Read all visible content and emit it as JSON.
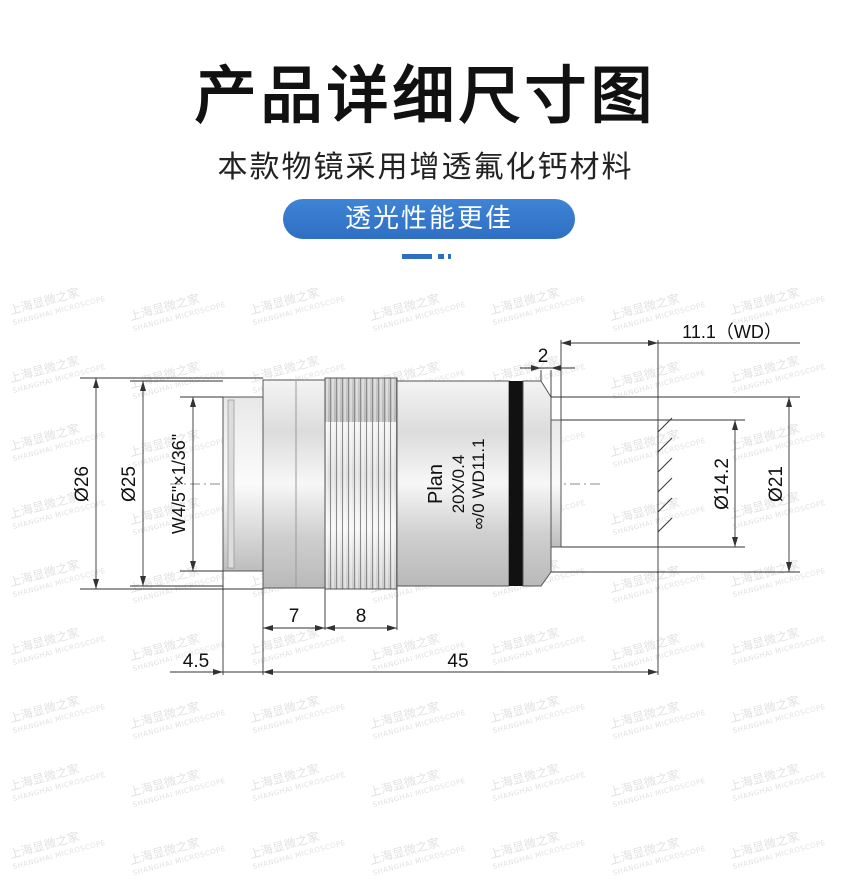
{
  "header": {
    "title": "产品详细尺寸图",
    "subtitle": "本款物镜采用增透氟化钙材料",
    "badge": "透光性能更佳"
  },
  "watermark": {
    "text": "上海显微之家",
    "subtext": "SHANGHAI MICROSCOPE"
  },
  "objective": {
    "engraving": [
      "Plan",
      "20X/0.4",
      "∞/0 WD11.1"
    ]
  },
  "dimensions": {
    "d26": "Ø26",
    "d25": "Ø25",
    "thread": "W4/5\"×1/36\"",
    "d14": "Ø14.2",
    "d21": "Ø21",
    "len7": "7",
    "len8": "8",
    "len45": "45",
    "len45b": "4.5",
    "len2": "2",
    "wd": "11.1（WD）"
  },
  "colors": {
    "accent": "#2e6fc4",
    "band": "#111111"
  }
}
